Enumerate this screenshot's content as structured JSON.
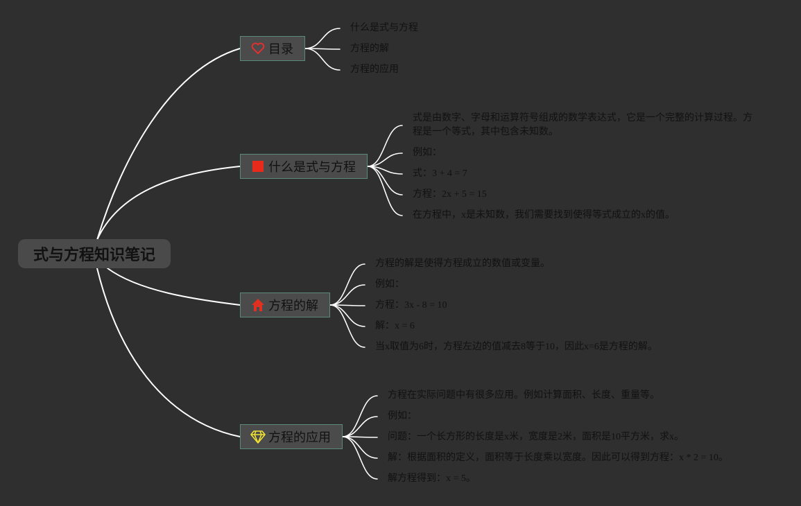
{
  "root": {
    "title": "式与方程知识笔记"
  },
  "branches": [
    {
      "label": "目录",
      "icon": "heart-icon",
      "children": [
        "什么是式与方程",
        "方程的解",
        "方程的应用"
      ]
    },
    {
      "label": "什么是式与方程",
      "icon": "red-square-icon",
      "children": [
        "式是由数字、字母和运算符号组成的数学表达式，它是一个完整的计算过程。方程是一个等式，其中包含未知数。",
        "例如：",
        "式：3 + 4 = 7",
        "方程：2x + 5 = 15",
        "在方程中，x是未知数，我们需要找到使得等式成立的x的值。"
      ]
    },
    {
      "label": "方程的解",
      "icon": "house-icon",
      "children": [
        "方程的解是使得方程成立的数值或变量。",
        "例如：",
        "方程：3x - 8 = 10",
        "解：x = 6",
        "当x取值为6时，方程左边的值减去8等于10，因此x=6是方程的解。"
      ]
    },
    {
      "label": "方程的应用",
      "icon": "diamond-icon",
      "children": [
        "方程在实际问题中有很多应用。例如计算面积、长度、重量等。",
        "例如：",
        "问题：一个长方形的长度是x米，宽度是2米，面积是10平方米，求x。",
        "解：根据面积的定义，面积等于长度乘以宽度。因此可以得到方程：x * 2 = 10。",
        "解方程得到：x = 5。"
      ]
    }
  ],
  "colors": {
    "background": "#2f2f2f",
    "line": "#ffffff",
    "node_fill": "#4b4b4b",
    "node_border": "#5c8a7a",
    "heart": "#e03030",
    "red_square": "#e82a1a",
    "house": "#e03020",
    "diamond": "#f2e233"
  }
}
